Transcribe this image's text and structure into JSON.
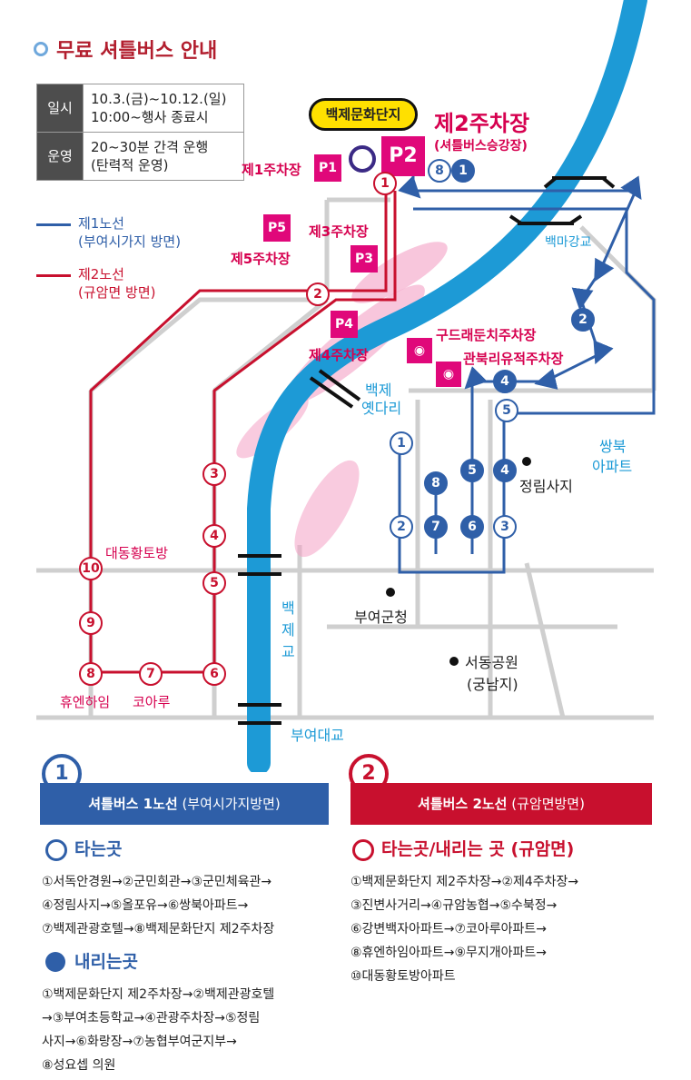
{
  "header": {
    "title": "무료 셔틀버스 안내"
  },
  "info_table": [
    {
      "key": "일시",
      "line1": "10.3.(금)~10.12.(일)",
      "line2": "10:00~행사 종료시"
    },
    {
      "key": "운영",
      "line1": "20~30분 간격 운행",
      "line2": "(탄력적 운영)"
    }
  ],
  "legend": {
    "line1": {
      "label": "제1노선",
      "sub": "(부여시가지 방면)",
      "color": "#2f5fa8"
    },
    "line2": {
      "label": "제2노선",
      "sub": "(규암면 방면)",
      "color": "#c8102e"
    }
  },
  "map_labels": {
    "baekje_complex": "백제문화단지",
    "p2_title": "제2주차장",
    "p2_sub": "(셔틀버스승강장)",
    "p1_label": "제1주차장",
    "p1": "P1",
    "p2": "P2",
    "p3": "P3",
    "p4": "P4",
    "p5": "P5",
    "p3_label": "제3주차장",
    "p5_label": "제5주차장",
    "p4_label": "제4주차장",
    "gudrae": "구드래둔치주차장",
    "gwanbuk": "관북리유적주차장",
    "baekma_bridge": "백마강교",
    "baekje_old_bridge_1": "백제",
    "baekje_old_bridge_2": "옛다리",
    "ssangbuk_1": "쌍북",
    "ssangbuk_2": "아파트",
    "jeongnimsaji": "정림사지",
    "buyeo_county": "부여군청",
    "seodong_park_1": "서동공원",
    "seodong_park_2": "(궁남지)",
    "daedong": "대동황토방",
    "baekje_bridge_1": "백",
    "baekje_bridge_2": "제",
    "baekje_bridge_3": "교",
    "buyeo_bridge": "부여대교",
    "huen": "휴엔하임",
    "koaru": "코아루"
  },
  "route1_stops": [
    "1",
    "2",
    "4",
    "5",
    "8",
    "6",
    "7",
    "3"
  ],
  "route2_stops": [
    "1",
    "2",
    "3",
    "4",
    "5",
    "6",
    "7",
    "8",
    "9",
    "10"
  ],
  "sections": {
    "line1": {
      "num": "1",
      "band_bold": "셔틀버스 1노선",
      "band_rest": " (부여시가지방면)",
      "board_title": "타는곳",
      "board_stops": [
        "①서독안경원→②군민회관→③군민체육관→",
        "④정림사지→⑤올포유→⑥쌍북아파트→",
        "⑦백제관광호텔→⑧백제문화단지 제2주차장"
      ],
      "alight_title": "내리는곳",
      "alight_stops": [
        "①백제문화단지 제2주차장→②백제관광호텔",
        "→③부여초등학교→④관광주차장→⑤정림",
        "사지→⑥화랑장→⑦농협부여군지부→",
        "⑧성요셉 의원"
      ]
    },
    "line2": {
      "num": "2",
      "band_bold": "셔틀버스 2노선",
      "band_rest": " (규암면방면)",
      "board_title": "타는곳/내리는 곳 (규암면)",
      "stops": [
        "①백제문화단지 제2주차장→②제4주차장→",
        "③진변사거리→④규암농협→⑤수북정→",
        "⑥강변백자아파트→⑦코아루아파트→",
        "⑧휴엔하임아파트→⑨무지개아파트→",
        "⑩대동황토방아파트"
      ]
    }
  },
  "colors": {
    "blue": "#2f5fa8",
    "red": "#c8102e",
    "river": "#1d9ad6",
    "magenta": "#e0087a"
  }
}
